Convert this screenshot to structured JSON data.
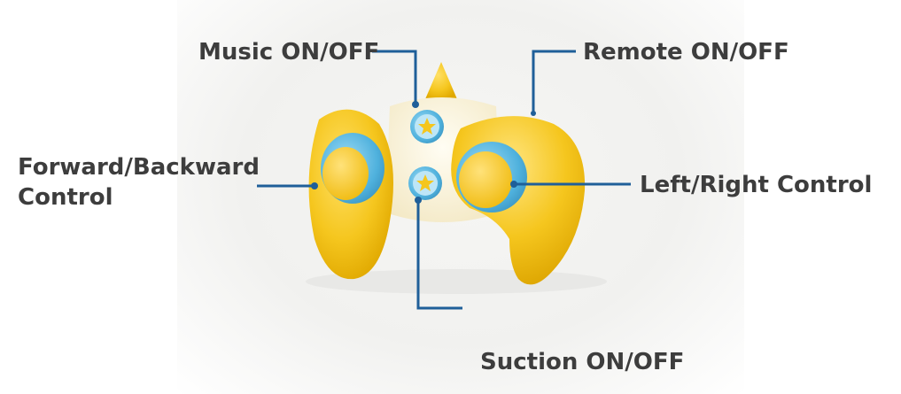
{
  "labels": {
    "music": "Music ON/OFF",
    "remote": "Remote ON/OFF",
    "forward_backward_line1": "Forward/Backward",
    "forward_backward_line2": "Control",
    "left_right": "Left/Right Control",
    "suction": "Suction ON/OFF"
  },
  "colors": {
    "leader_line": "#1f5f99",
    "label_text": "#3d3d3d",
    "controller_yellow": "#f5c61e",
    "controller_body": "#fbf3d9",
    "stick_blue": "#5bb8e3"
  },
  "icons": [
    "star-icon",
    "star-icon"
  ]
}
